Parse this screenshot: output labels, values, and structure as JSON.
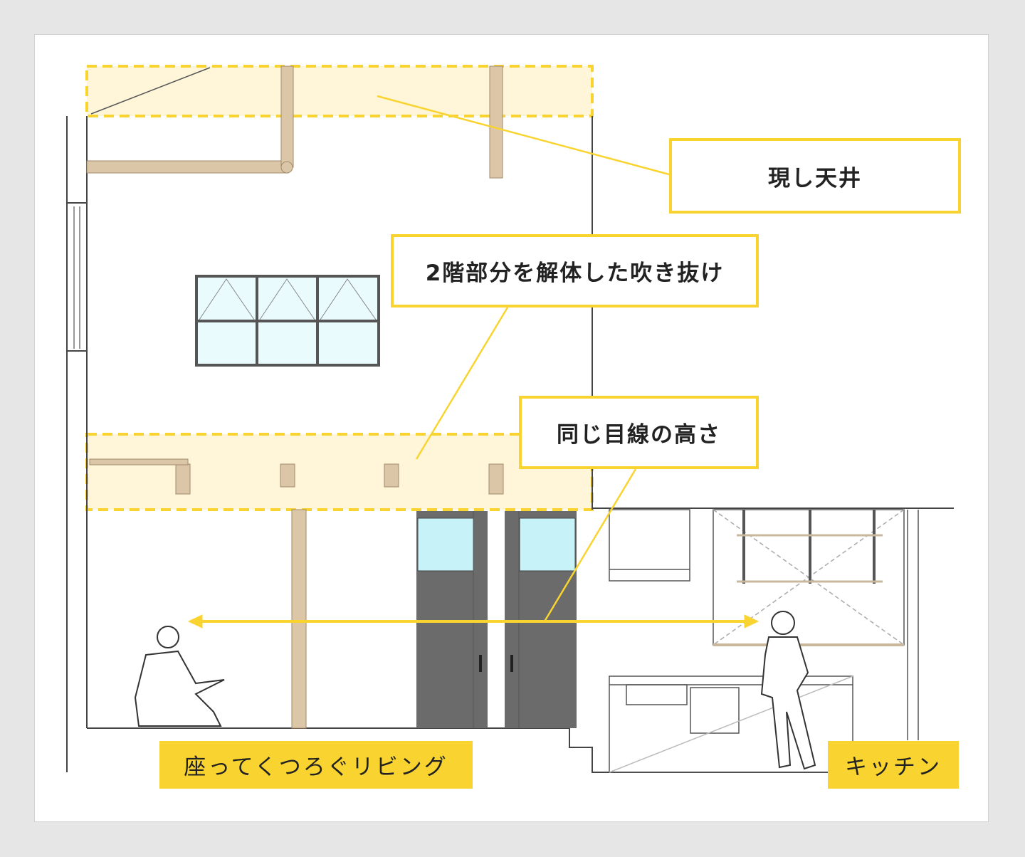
{
  "callouts": {
    "exposed_ceiling": "現し天井",
    "atrium": "2階部分を解体した吹き抜け",
    "eye_level": "同じ目線の高さ"
  },
  "tags": {
    "living": "座ってくつろぐリビング",
    "kitchen": "キッチン"
  },
  "colors": {
    "accent": "#f9d430",
    "highlight_fill": "#fff6d9",
    "wood": "#dcc6a8",
    "door": "#6b6b6b",
    "glass": "#dff7fb"
  }
}
